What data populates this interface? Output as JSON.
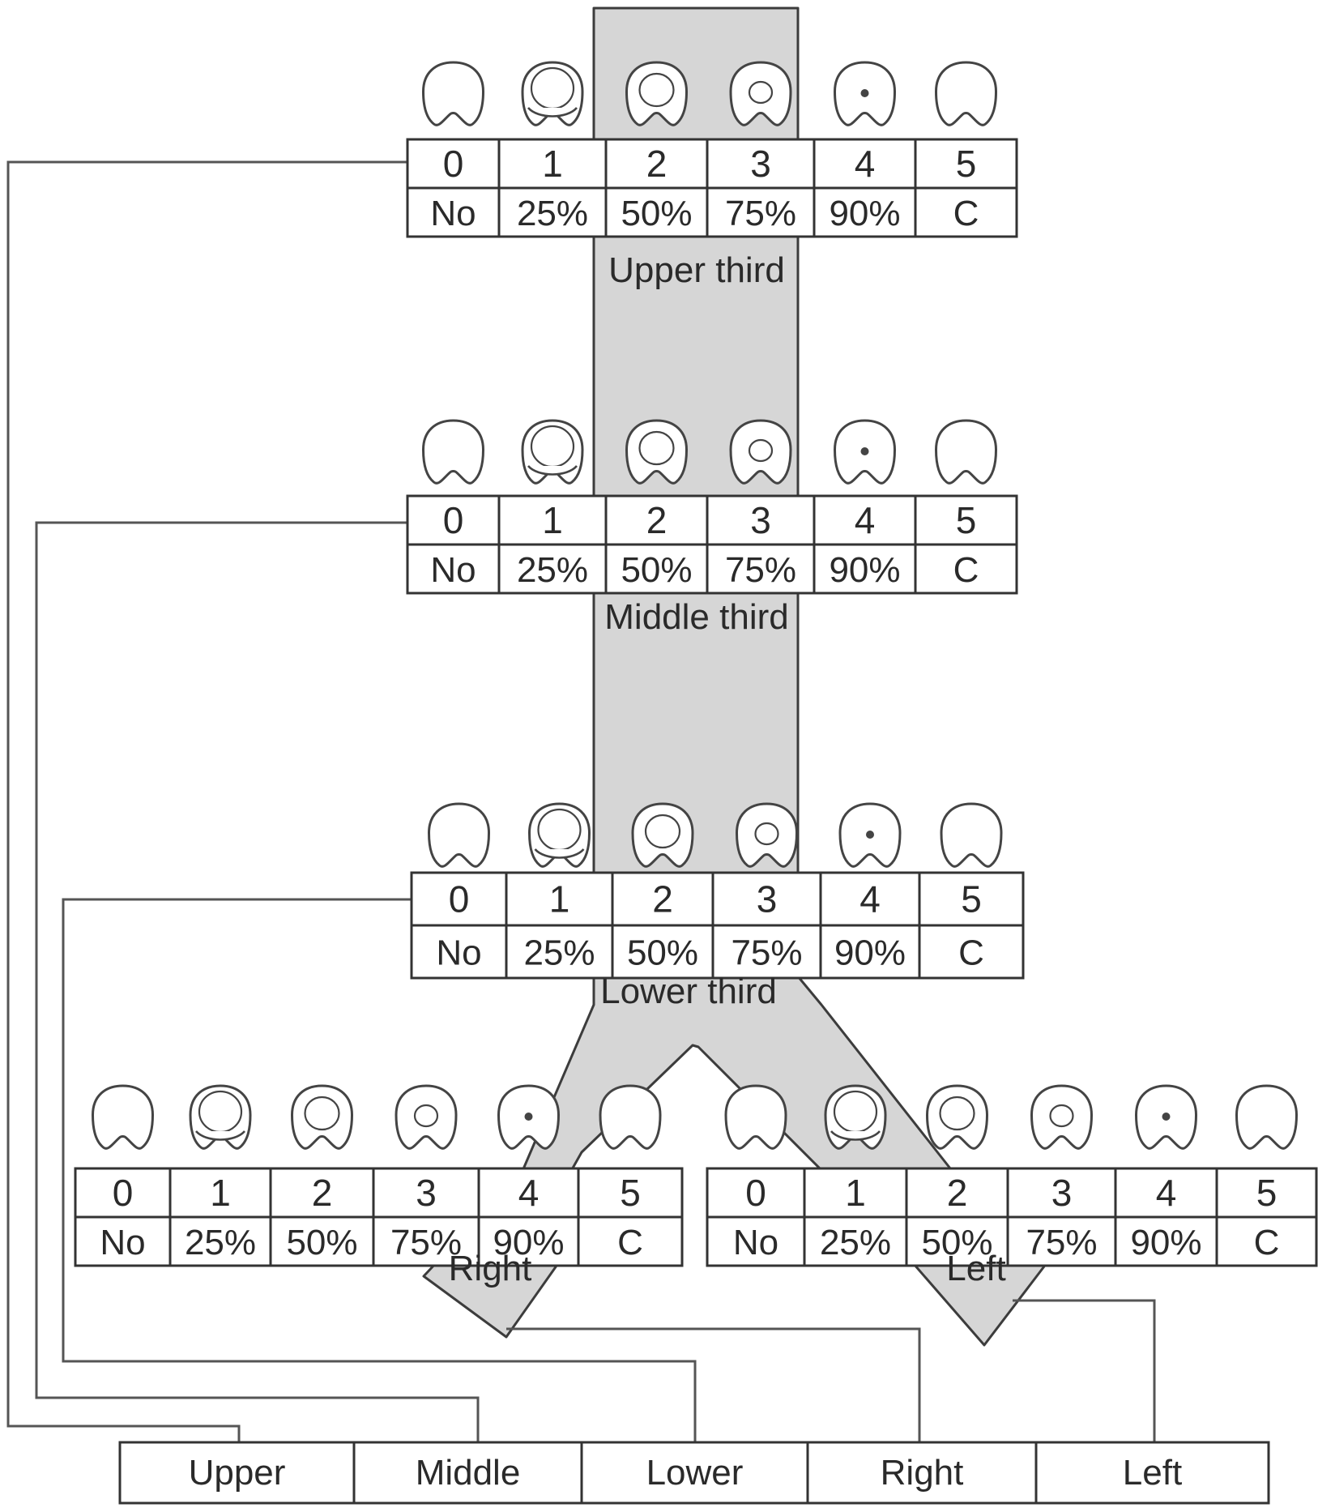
{
  "segments": [
    {
      "id": "upper",
      "label": "Upper third",
      "scores": [
        "0",
        "1",
        "2",
        "3",
        "4",
        "5"
      ],
      "obstruction": [
        "No",
        "25%",
        "50%",
        "75%",
        "90%",
        "C"
      ]
    },
    {
      "id": "middle",
      "label": "Middle third",
      "scores": [
        "0",
        "1",
        "2",
        "3",
        "4",
        "5"
      ],
      "obstruction": [
        "No",
        "25%",
        "50%",
        "75%",
        "90%",
        "C"
      ]
    },
    {
      "id": "lower",
      "label": "Lower third",
      "scores": [
        "0",
        "1",
        "2",
        "3",
        "4",
        "5"
      ],
      "obstruction": [
        "No",
        "25%",
        "50%",
        "75%",
        "90%",
        "C"
      ]
    },
    {
      "id": "right",
      "label": "Right",
      "scores": [
        "0",
        "1",
        "2",
        "3",
        "4",
        "5"
      ],
      "obstruction": [
        "No",
        "25%",
        "50%",
        "75%",
        "90%",
        "C"
      ]
    },
    {
      "id": "left",
      "label": "Left",
      "scores": [
        "0",
        "1",
        "2",
        "3",
        "4",
        "5"
      ],
      "obstruction": [
        "No",
        "25%",
        "50%",
        "75%",
        "90%",
        "C"
      ]
    }
  ],
  "summary": [
    "Upper",
    "Middle",
    "Lower",
    "Right",
    "Left"
  ],
  "colors": {
    "airway_fill": "#d6d6d6",
    "line": "#333333",
    "background": "#ffffff"
  }
}
